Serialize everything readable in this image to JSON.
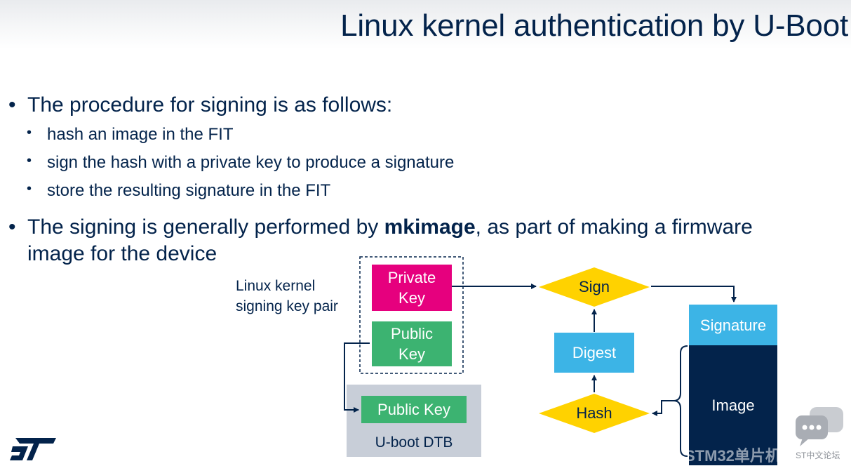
{
  "slide": {
    "title": "Linux kernel authentication by U-Boot",
    "bullets": [
      "The procedure for signing is as follows:",
      "hash an image in the FIT",
      "sign the hash with a private key to produce a signature",
      "store the resulting signature in the FIT",
      "The signing is generally performed by ",
      "mkimage",
      ", as part of making a firmware",
      "image for the device"
    ]
  },
  "diagram": {
    "key_pair_caption": "Linux kernel\nsigning key pair",
    "private_key": "Private\nKey",
    "public_key": "Public\nKey",
    "public_key_dtb": "Public Key",
    "uboot_dtb": "U-boot DTB",
    "sign": "Sign",
    "digest": "Digest",
    "hash": "Hash",
    "signature": "Signature",
    "image": "Image"
  },
  "colors": {
    "navy": "#03234b",
    "pink": "#e6007e",
    "green": "#3cb371",
    "blue": "#3cb4e6",
    "yellow": "#ffd200",
    "gray": "#c8ced8"
  },
  "overlay": {
    "watermark_text": "STM32单片机",
    "forum_text": "ST中文论坛"
  },
  "logo": {
    "icon": "st-logo-icon"
  }
}
